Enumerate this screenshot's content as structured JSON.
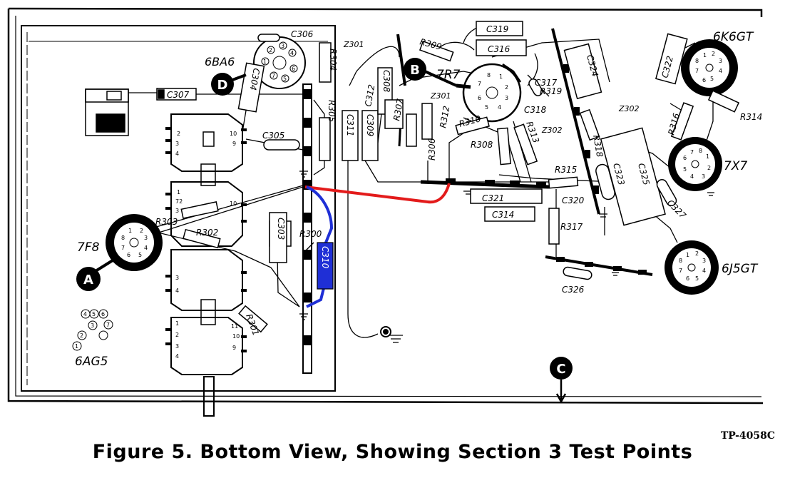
{
  "caption": {
    "title": "Figure 5.  Bottom View, Showing Section 3 Test Points",
    "doc_number": "TP-4058C"
  },
  "tubes": {
    "t6BA6": "6BA6",
    "t7F8": "7F8",
    "t6AG5": "6AG5",
    "t7R7": "7R7",
    "t6K6GT": "6K6GT",
    "t7X7": "7X7",
    "t6J5GT": "6J5GT"
  },
  "test_points": {
    "A": "A",
    "B": "B",
    "C": "C",
    "D": "D"
  },
  "resistors": {
    "R300": "R300",
    "R301": "R301",
    "R302": "R302",
    "R303": "R303",
    "R304": "R304",
    "R305": "R305",
    "R306": "R306",
    "R307": "R307",
    "R308": "R308",
    "R309": "R309",
    "R310": "R310",
    "R312": "R312",
    "R313": "R313",
    "R314": "R314",
    "R315": "R315",
    "R316": "R316",
    "R317": "R317",
    "R318": "R318",
    "R319": "R319"
  },
  "capacitors": {
    "C303": "C303",
    "C304": "C304",
    "C305": "C305",
    "C306": "C306",
    "C307": "C307",
    "C308": "C308",
    "C309": "C309",
    "C310": "C310",
    "C311": "C311",
    "C312": "C312",
    "C314": "C314",
    "C316": "C316",
    "C317": "C317",
    "C318": "C318",
    "C319": "C319",
    "C320": "C320",
    "C321": "C321",
    "C322": "C322",
    "C323": "C323",
    "C324": "C324",
    "C325": "C325",
    "C326": "C326",
    "C327": "C327"
  },
  "zeners": {
    "Z301a": "Z301",
    "Z301b": "Z301",
    "Z302a": "Z302",
    "Z302b": "Z302"
  },
  "highlight_colors": {
    "red_lead": "#e31b1b",
    "blue_lead": "#1f2fd6"
  }
}
